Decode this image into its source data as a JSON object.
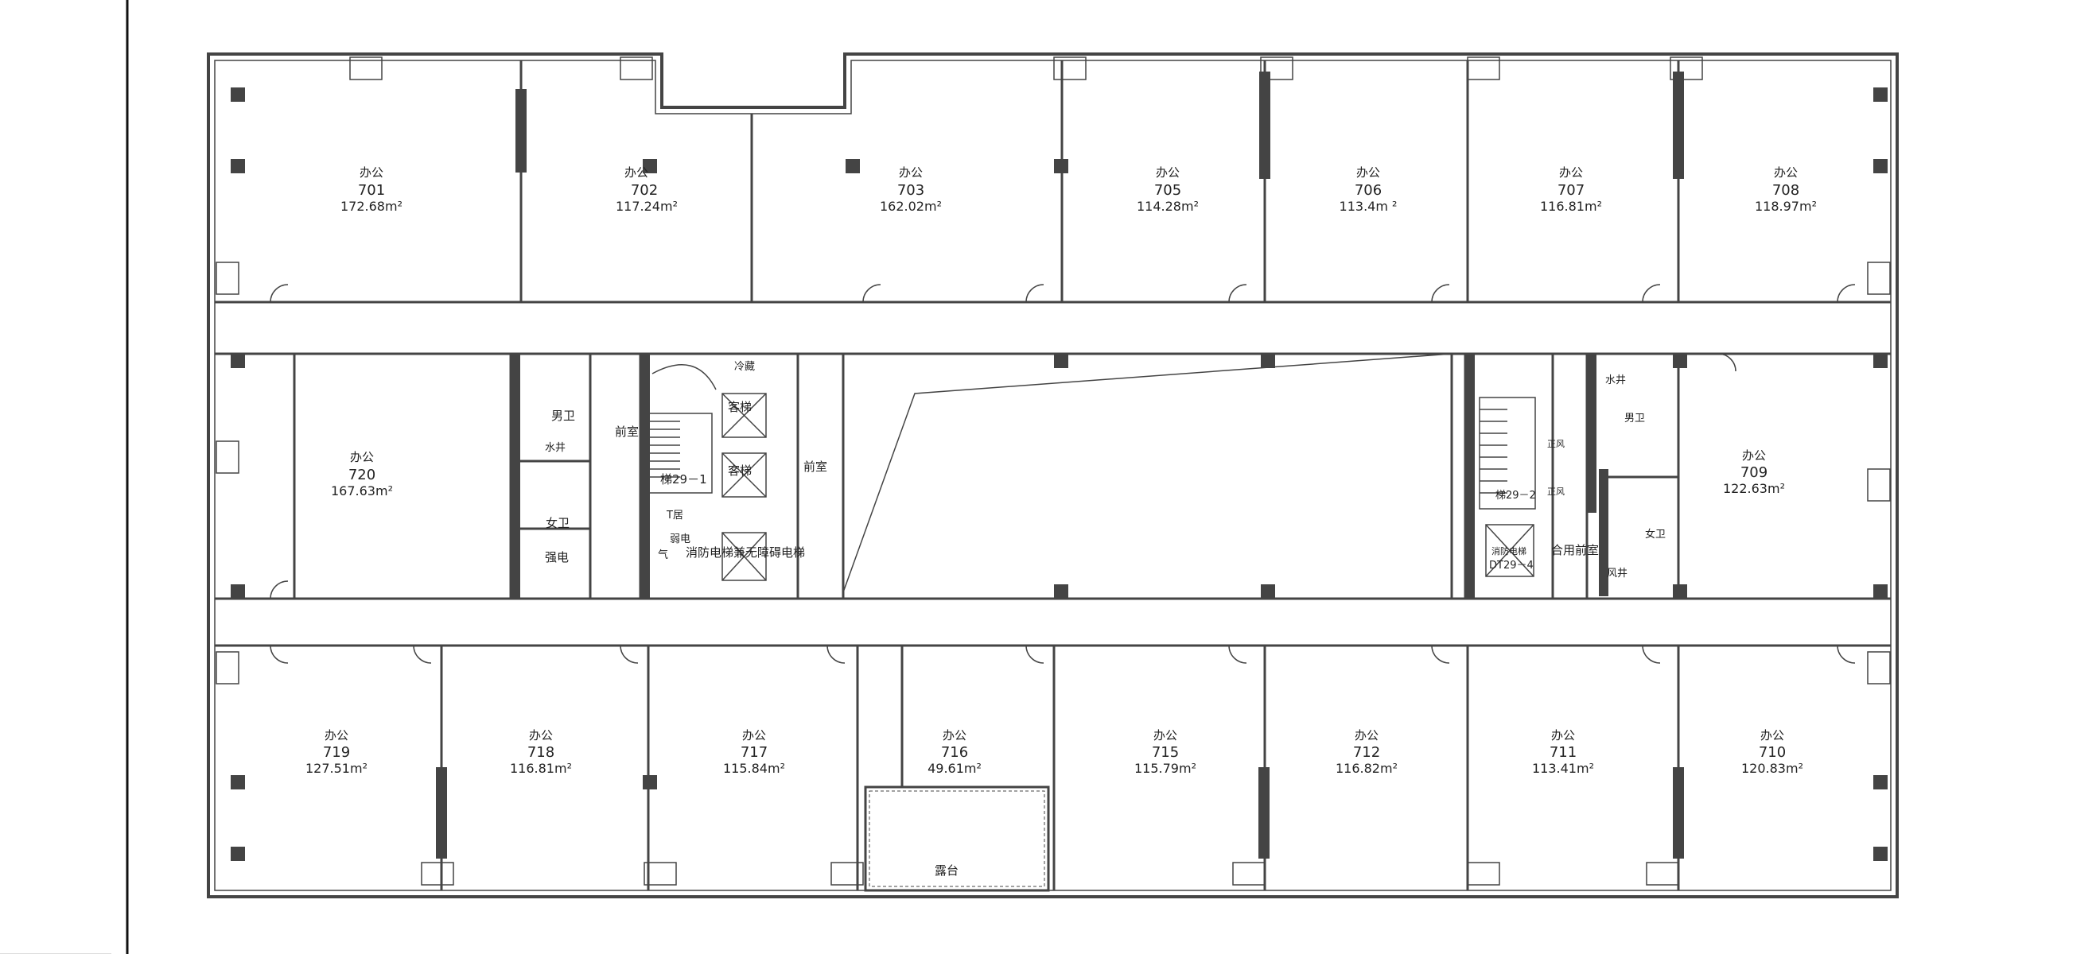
{
  "rooms_top": [
    {
      "name": "办公",
      "number": "701",
      "area": "172.68m²"
    },
    {
      "name": "办公",
      "number": "702",
      "area": "117.24m²"
    },
    {
      "name": "办公",
      "number": "703",
      "area": "162.02m²"
    },
    {
      "name": "办公",
      "number": "705",
      "area": "114.28m²"
    },
    {
      "name": "办公",
      "number": "706",
      "area": "113.4m ²"
    },
    {
      "name": "办公",
      "number": "707",
      "area": "116.81m²"
    },
    {
      "name": "办公",
      "number": "708",
      "area": "118.97m²"
    }
  ],
  "rooms_mid": [
    {
      "name": "办公",
      "number": "720",
      "area": "167.63m²"
    },
    {
      "name": "办公",
      "number": "709",
      "area": "122.63m²"
    }
  ],
  "rooms_bottom": [
    {
      "name": "办公",
      "number": "719",
      "area": "127.51m²"
    },
    {
      "name": "办公",
      "number": "718",
      "area": "116.81m²"
    },
    {
      "name": "办公",
      "number": "717",
      "area": "115.84m²"
    },
    {
      "name": "办公",
      "number": "716",
      "area": "49.61m²"
    },
    {
      "name": "办公",
      "number": "715",
      "area": "115.79m²"
    },
    {
      "name": "办公",
      "number": "712",
      "area": "116.82m²"
    },
    {
      "name": "办公",
      "number": "711",
      "area": "113.41m²"
    },
    {
      "name": "办公",
      "number": "710",
      "area": "120.83m²"
    }
  ],
  "core": {
    "mens_wc_left": "男卫",
    "shaft_left": "水井",
    "womens_wc_left": "女卫",
    "strong_elec": "强电",
    "lobby_left": "前室",
    "lobby_center": "前室",
    "stair_left": "梯29－1",
    "elevator_a": "客梯",
    "elevator_b": "客梯",
    "cold_room": "冷藏",
    "weak_elec": "弱电",
    "shaft_small": "T居",
    "gas": "气",
    "fire_elevator_label": "消防电梯兼无障碍电梯",
    "stair_right": "梯29－2",
    "fire_elevator_right": "消防电梯",
    "fire_elevator_right_num": "DT29－4",
    "shared_lobby": "合用前室",
    "mens_wc_right": "男卫",
    "womens_wc_right": "女卫",
    "water_right": "水井",
    "wind_right": "风井",
    "right_shaft_a": "正风",
    "right_shaft_b": "正风",
    "terrace": "露台"
  }
}
